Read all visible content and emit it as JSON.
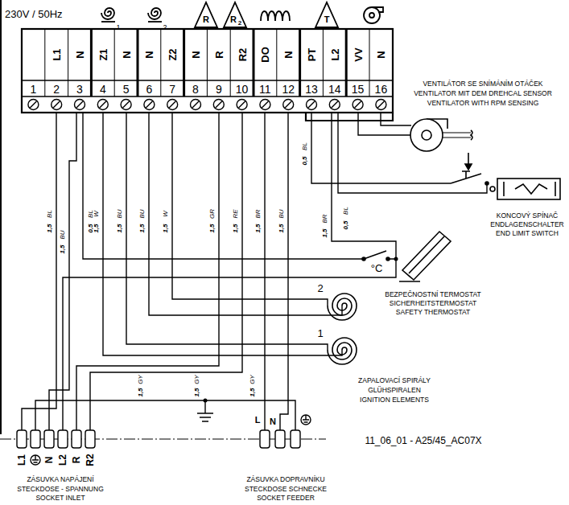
{
  "diagram": {
    "labels": [
      "230V / 50Hz",
      "1",
      "2",
      "R",
      "R",
      "2",
      "T",
      "L1",
      "N",
      "Z1",
      "N",
      "N",
      "Z2",
      "N",
      "R",
      "R2",
      "DO",
      "N",
      "PT",
      "L2",
      "VV",
      "N",
      "1",
      "2",
      "3",
      "4",
      "5",
      "6",
      "7",
      "8",
      "9",
      "10",
      "11",
      "12",
      "13",
      "14",
      "15",
      "16",
      "BL",
      "1,5",
      "BL",
      "0,5",
      "BU",
      "1,5",
      "W",
      "1,5",
      "BU",
      "1,5",
      "BU",
      "1,5",
      "W",
      "1,5",
      "GR",
      "1,5",
      "RE",
      "1,5",
      "BR",
      "1,5",
      "BU",
      "1,5",
      "BL",
      "0,5",
      "BL",
      "0,5",
      "BR",
      "1,5",
      "GY",
      "1,5",
      "GY",
      "1,5",
      "GY",
      "1,5",
      "VENTILÁTOR SE SNÍMÁNÍM OTÁČEK",
      "VENTILATOR MIT DEM DREHCAL SENSOR",
      "VENTILATOR WITH RPM SENSING",
      "KONCOVÝ SPÍNAČ",
      "ENDLAGENSCHALTER",
      "END LIMIT SWITCH",
      "°C",
      "BEZPEČNOSTNÍ TERMOSTAT",
      "SICHERHEITSTERMOSTAT",
      "SAFETY THERMOSTAT",
      "2",
      "1",
      "ZAPALOVACÍ SPIRÁLY",
      "GLÜHSPIRALEN",
      "IGNITION ELEMENTS",
      "11_06_01 - A25/45_AC07X",
      "L1",
      "N",
      "L2",
      "R",
      "R2",
      "ZÁSUVKA NAPÁJENÍ",
      "STECKDOSE - SPANNUNG",
      "SOCKET INLET",
      "L",
      "N",
      "ZÁSUVKA DOPRAVNÍKU",
      "STECKDOSE SCHNECKE",
      "SOCKET FEEDER"
    ]
  }
}
